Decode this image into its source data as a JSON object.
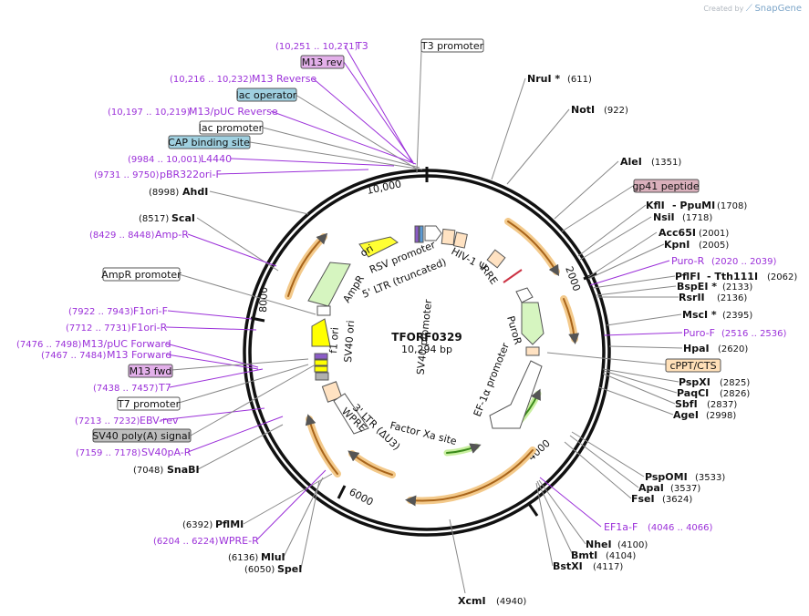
{
  "branding": {
    "created_by": "Created by",
    "app": "SnapGene"
  },
  "plasmid": {
    "name": "TFORF0329",
    "length": "10,294 bp"
  },
  "ticks": [
    "10,000",
    "2000",
    "4000",
    "6000",
    "8000"
  ],
  "sites": [
    {
      "label": "T3",
      "pos": "(10,251 .. 10,271)"
    },
    {
      "label": "M13 rev"
    },
    {
      "label": "T3 promoter"
    },
    {
      "label": "M13 Reverse",
      "pos": "(10,216 .. 10,232)"
    },
    {
      "label": "lac operator"
    },
    {
      "label": "M13/pUC Reverse",
      "pos": "(10,197 .. 10,219)"
    },
    {
      "label": "lac promoter"
    },
    {
      "label": "CAP binding site"
    },
    {
      "label": "L4440",
      "pos": "(9984 .. 10,001)"
    },
    {
      "label": "pBR322ori-F",
      "pos": "(9731 .. 9750)"
    },
    {
      "label": "AhdI",
      "pos": "(8998)"
    },
    {
      "label": "ScaI",
      "pos": "(8517)"
    },
    {
      "label": "Amp-R",
      "pos": "(8429 .. 8448)"
    },
    {
      "label": "AmpR promoter"
    },
    {
      "label": "F1ori-F",
      "pos": "(7922 .. 7943)"
    },
    {
      "label": "F1ori-R",
      "pos": "(7712 .. 7731)"
    },
    {
      "label": "M13/pUC Forward",
      "pos": "(7476 .. 7498)"
    },
    {
      "label": "M13 Forward",
      "pos": "(7467 .. 7484)"
    },
    {
      "label": "M13 fwd"
    },
    {
      "label": "T7",
      "pos": "(7438 .. 7457)"
    },
    {
      "label": "T7 promoter"
    },
    {
      "label": "EBV-rev",
      "pos": "(7213 .. 7232)"
    },
    {
      "label": "SV40 poly(A) signal"
    },
    {
      "label": "SV40pA-R",
      "pos": "(7159 .. 7178)"
    },
    {
      "label": "SnaBI",
      "pos": "(7048)"
    },
    {
      "label": "PflMI",
      "pos": "(6392)"
    },
    {
      "label": "WPRE-R",
      "pos": "(6204 .. 6224)"
    },
    {
      "label": "MluI",
      "pos": "(6136)"
    },
    {
      "label": "SpeI",
      "pos": "(6050)"
    },
    {
      "label": "XcmI",
      "pos": "(4940)"
    },
    {
      "label": "NruI *",
      "pos": "(611)"
    },
    {
      "label": "NotI",
      "pos": "(922)"
    },
    {
      "label": "AleI",
      "pos": "(1351)"
    },
    {
      "label": "gp41 peptide"
    },
    {
      "label": "KflI",
      "pos": ""
    },
    {
      "label": "- PpuMI",
      "pos": "(1708)"
    },
    {
      "label": "NsiI",
      "pos": "(1718)"
    },
    {
      "label": "Acc65I",
      "pos": "(2001)"
    },
    {
      "label": "KpnI",
      "pos": "(2005)"
    },
    {
      "label": "Puro-R",
      "pos": "(2020 .. 2039)"
    },
    {
      "label": "PflFI",
      "pos": ""
    },
    {
      "label": "- Tth111I",
      "pos": "(2062)"
    },
    {
      "label": "BspEI *",
      "pos": "(2133)"
    },
    {
      "label": "RsrII",
      "pos": "(2136)"
    },
    {
      "label": "MscI *",
      "pos": "(2395)"
    },
    {
      "label": "Puro-F",
      "pos": "(2516 .. 2536)"
    },
    {
      "label": "HpaI",
      "pos": "(2620)"
    },
    {
      "label": "cPPT/CTS"
    },
    {
      "label": "PspXI",
      "pos": "(2825)"
    },
    {
      "label": "PaqCI",
      "pos": "(2826)"
    },
    {
      "label": "SbfI",
      "pos": "(2837)"
    },
    {
      "label": "AgeI",
      "pos": "(2998)"
    },
    {
      "label": "PspOMI",
      "pos": "(3533)"
    },
    {
      "label": "ApaI",
      "pos": "(3537)"
    },
    {
      "label": "FseI",
      "pos": "(3624)"
    },
    {
      "label": "EF1a-F",
      "pos": "(4046 .. 4066)"
    },
    {
      "label": "NheI",
      "pos": "(4100)"
    },
    {
      "label": "BmtI",
      "pos": "(4104)"
    },
    {
      "label": "BstXI",
      "pos": "(4117)"
    }
  ],
  "features": [
    {
      "label": "ori"
    },
    {
      "label": "RSV promoter"
    },
    {
      "label": "5' LTR (truncated)"
    },
    {
      "label": "HIV-1 Ψ"
    },
    {
      "label": "RRE"
    },
    {
      "label": "AmpR"
    },
    {
      "label": "f1 ori"
    },
    {
      "label": "SV40 ori"
    },
    {
      "label": "PuroR"
    },
    {
      "label": "SV40 promoter"
    },
    {
      "label": "EF-1α promoter"
    },
    {
      "label": "3' LTR (ΔU3)"
    },
    {
      "label": "WPRE"
    },
    {
      "label": "Factor Xa site"
    }
  ]
}
